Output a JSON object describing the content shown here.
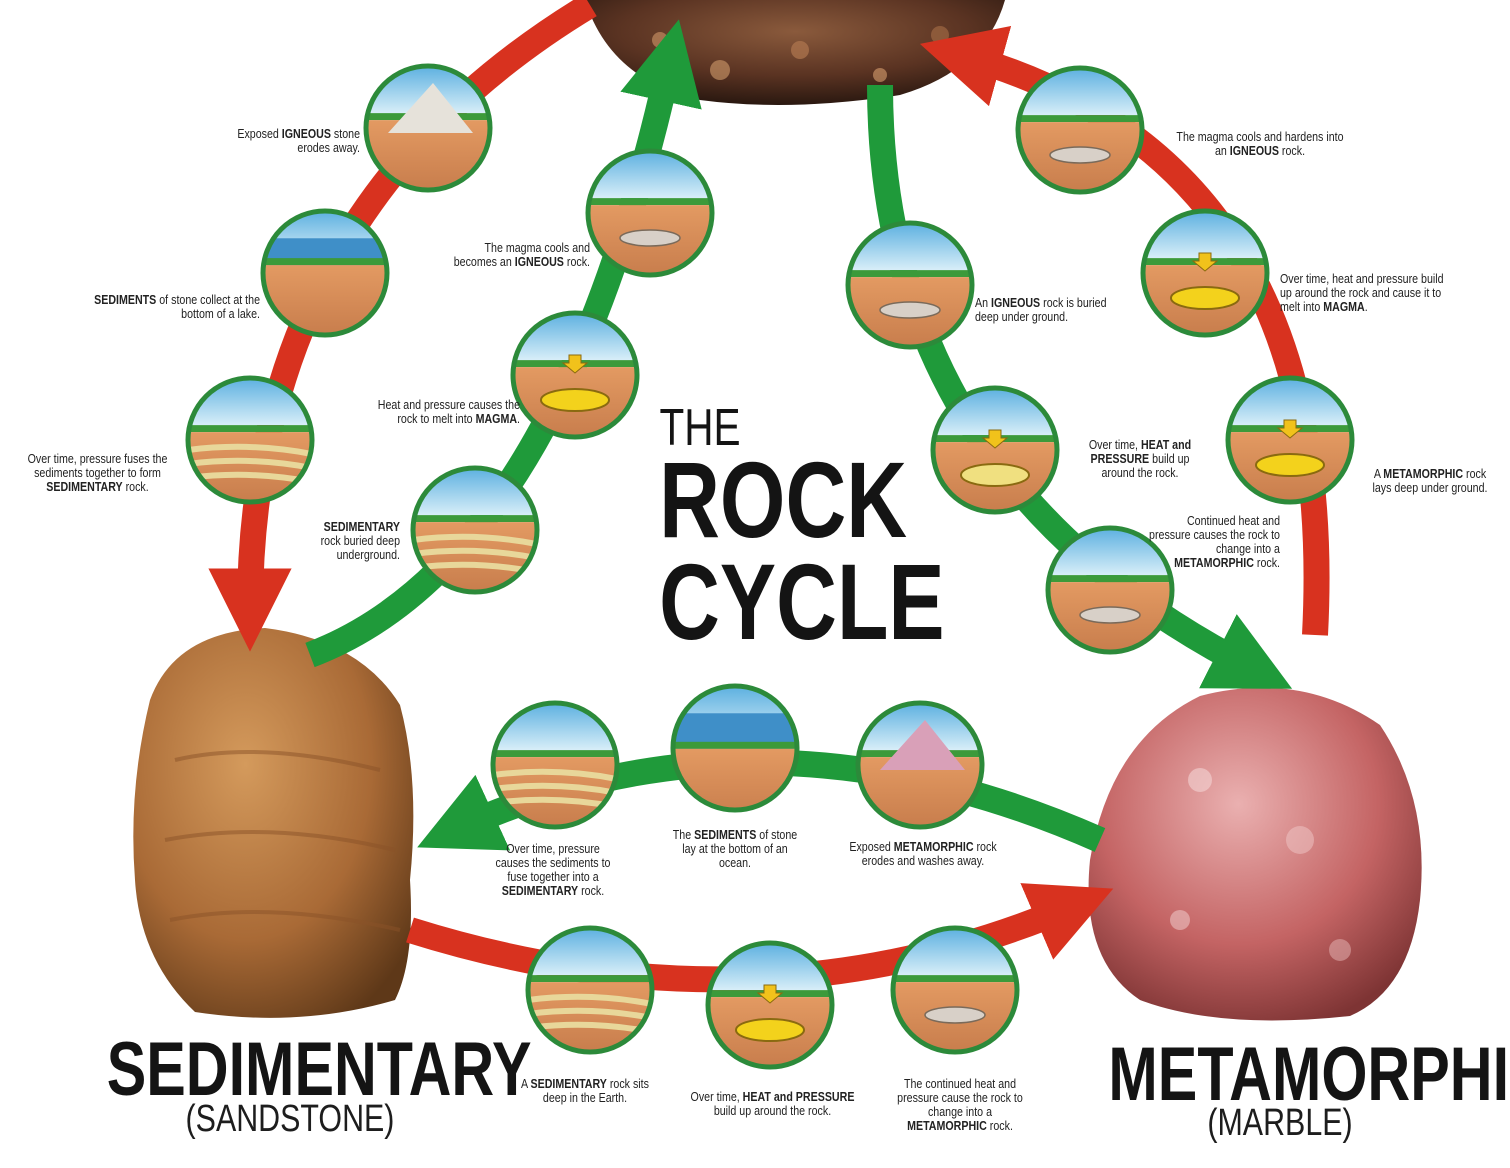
{
  "title": {
    "line1": "THE",
    "line2": "ROCK",
    "line3": "CYCLE"
  },
  "labels": {
    "sedimentary": {
      "name": "SEDIMENTARY",
      "example": "(SANDSTONE)"
    },
    "metamorphic": {
      "name": "METAMORPHIC",
      "example": "(MARBLE)"
    }
  },
  "captions": [
    {
      "id": "exposed-igneous",
      "pre": "Exposed ",
      "bold": "IGNEOUS",
      "post": " stone erodes away."
    },
    {
      "id": "sediments-lake",
      "pre": "",
      "bold": "SEDIMENTS",
      "post": " of stone collect at the bottom of a lake."
    },
    {
      "id": "pressure-sedimentary",
      "pre": "Over time, pressure fuses the sediments together to form ",
      "bold": "SEDIMENTARY",
      "post": " rock."
    },
    {
      "id": "magma-cools-left",
      "pre": "The magma cools and becomes an ",
      "bold": "IGNEOUS",
      "post": " rock."
    },
    {
      "id": "heat-melt-left",
      "pre": "Heat and pressure causes the rock to melt into ",
      "bold": "MAGMA",
      "post": "."
    },
    {
      "id": "sedimentary-buried",
      "pre": "",
      "bold": "SEDIMENTARY",
      "post": " rock buried deep underground."
    },
    {
      "id": "magma-hardens",
      "pre": "The magma cools and hardens into an ",
      "bold": "IGNEOUS",
      "post": " rock."
    },
    {
      "id": "heat-melt-right",
      "pre": "Over time, heat and pressure build up around the rock and cause it to melt into ",
      "bold": "MAGMA",
      "post": "."
    },
    {
      "id": "metamorphic-deep",
      "pre": "A ",
      "bold": "METAMORPHIC",
      "post": " rock lays deep under ground."
    },
    {
      "id": "igneous-buried",
      "pre": "An ",
      "bold": "IGNEOUS",
      "post": " rock is buried deep under ground."
    },
    {
      "id": "heat-pressure-build",
      "pre": "Over time, ",
      "bold": "HEAT and PRESSURE",
      "post": " build up around the rock."
    },
    {
      "id": "continued-change",
      "pre": "Continued heat and pressure causes the rock to change into a ",
      "bold": "METAMORPHIC",
      "post": " rock."
    },
    {
      "id": "sediments-fuse-bottom",
      "pre": "Over time, pressure causes the sediments to fuse together into a ",
      "bold": "SEDIMENTARY",
      "post": " rock."
    },
    {
      "id": "sediments-ocean",
      "pre": "The ",
      "bold": "SEDIMENTS",
      "post": " of stone lay at the bottom of an ocean."
    },
    {
      "id": "exposed-metamorphic",
      "pre": "Exposed ",
      "bold": "METAMORPHIC",
      "post": " rock erodes and washes away."
    },
    {
      "id": "sedimentary-sits",
      "pre": "A ",
      "bold": "SEDIMENTARY",
      "post": " rock sits deep in the Earth."
    },
    {
      "id": "heat-pressure-bottom",
      "pre": "Over time, ",
      "bold": "HEAT and PRESSURE",
      "post": " build up around the rock."
    },
    {
      "id": "continued-bottom",
      "pre": "The continued heat and pressure cause the rock to change into a ",
      "bold": "METAMORPHIC",
      "post": " rock."
    }
  ],
  "colors": {
    "red_arrow": "#d8321f",
    "green_arrow": "#1f9a3a",
    "ring": "#2c8a3a",
    "sky": "#7ec3e6",
    "soil": "#c8733f",
    "magma": "#f3d21c"
  }
}
